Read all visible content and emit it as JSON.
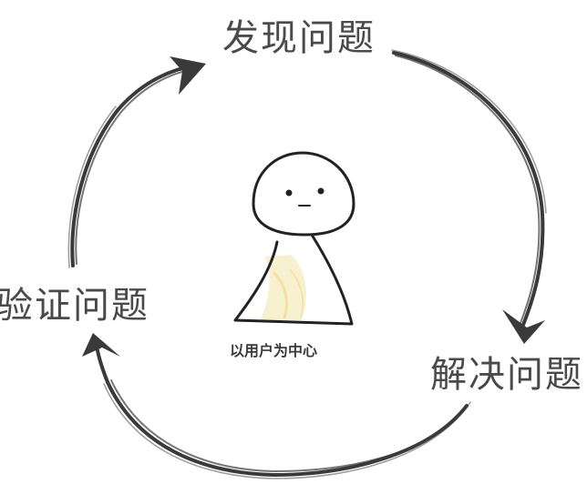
{
  "diagram": {
    "stages": {
      "discover": "发现问题",
      "solve": "解决问题",
      "verify": "验证问题"
    },
    "center": "以用户为中心",
    "colors": {
      "text": "#4a4a4a",
      "arrow": "#3a3a3a",
      "figure_stroke": "#222222",
      "figure_glow": "#f3e6a8"
    }
  }
}
